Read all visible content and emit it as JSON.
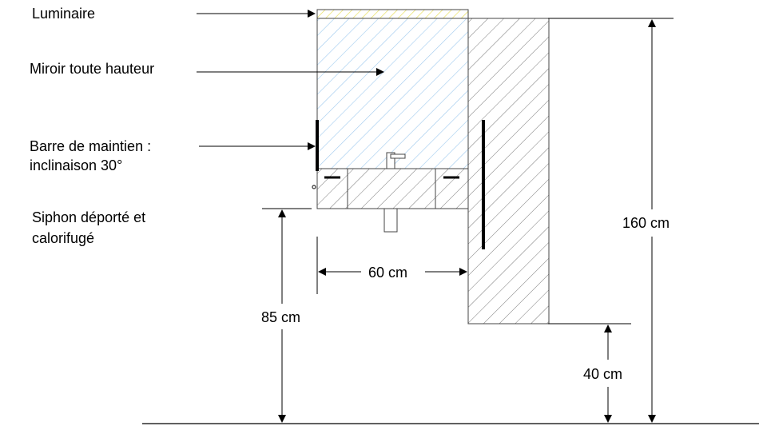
{
  "labels": {
    "luminaire": "Luminaire",
    "mirror": "Miroir toute hauteur",
    "grab_bar_line1": "Barre de maintien :",
    "grab_bar_line2": "inclinaison 30°",
    "siphon_line1": "Siphon déporté et",
    "siphon_line2": "calorifugé"
  },
  "dimensions": {
    "width_60": "60 cm",
    "height_85": "85 cm",
    "height_160": "160 cm",
    "height_40": "40 cm"
  },
  "colors": {
    "mirror_hatch": "#9ec9ee",
    "luminaire_hatch": "#e8e060",
    "wall_hatch": "#7a7a7a",
    "line": "#000000"
  }
}
